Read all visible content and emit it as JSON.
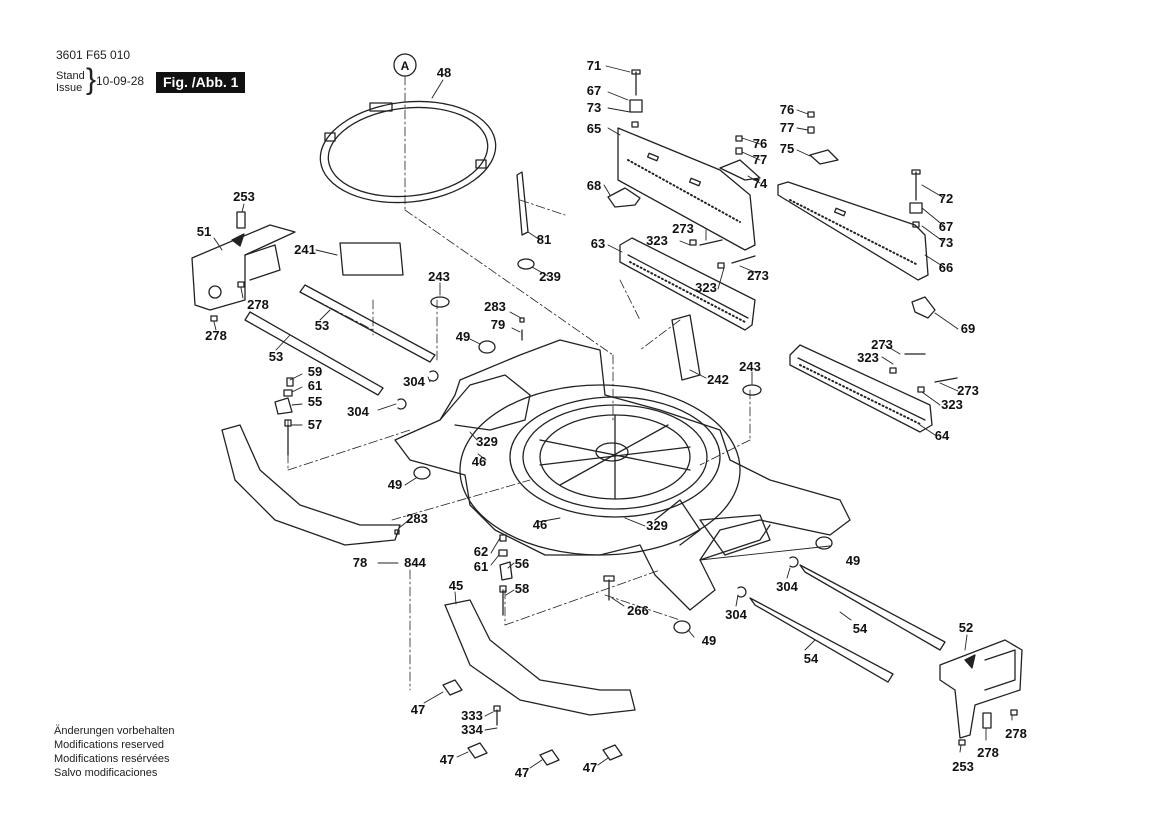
{
  "header": {
    "doc_number": "3601 F65 010",
    "stand_label": "Stand",
    "issue_label": "Issue",
    "issue_date": "10-09-28",
    "figure_label": "Fig. /Abb. 1"
  },
  "notes": [
    "Änderungen vorbehalten",
    "Modifications reserved",
    "Modifications resérvées",
    "Salvo modificaciones"
  ],
  "reference_circle": "A",
  "callouts": [
    "48",
    "71",
    "67",
    "73",
    "65",
    "76",
    "77",
    "74",
    "76",
    "77",
    "75",
    "72",
    "67",
    "73",
    "66",
    "68",
    "81",
    "239",
    "273",
    "323",
    "273",
    "323",
    "63",
    "253",
    "51",
    "241",
    "243",
    "278",
    "278",
    "53",
    "53",
    "283",
    "79",
    "49",
    "59",
    "61",
    "55",
    "57",
    "304",
    "304",
    "329",
    "46",
    "49",
    "242",
    "243",
    "323",
    "273",
    "69",
    "273",
    "323",
    "64",
    "283",
    "78",
    "844",
    "46",
    "329",
    "62",
    "61",
    "56",
    "58",
    "266",
    "49",
    "304",
    "304",
    "49",
    "54",
    "54",
    "45",
    "52",
    "47",
    "333",
    "334",
    "47",
    "47",
    "47",
    "278",
    "253",
    "278"
  ]
}
